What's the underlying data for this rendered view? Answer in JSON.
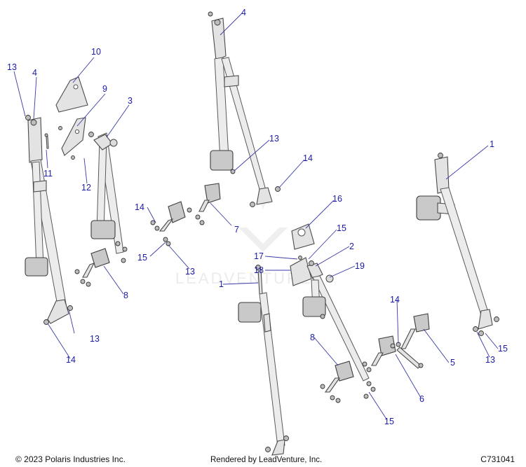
{
  "callouts": [
    {
      "id": "c-13a",
      "label": "13"
    },
    {
      "id": "c-4a",
      "label": "4"
    },
    {
      "id": "c-10",
      "label": "10"
    },
    {
      "id": "c-9",
      "label": "9"
    },
    {
      "id": "c-3",
      "label": "3"
    },
    {
      "id": "c-11",
      "label": "11"
    },
    {
      "id": "c-12",
      "label": "12"
    },
    {
      "id": "c-4b",
      "label": "4"
    },
    {
      "id": "c-13b",
      "label": "13"
    },
    {
      "id": "c-14a",
      "label": "14"
    },
    {
      "id": "c-1a",
      "label": "1"
    },
    {
      "id": "c-14b",
      "label": "14"
    },
    {
      "id": "c-7",
      "label": "7"
    },
    {
      "id": "c-15a",
      "label": "15"
    },
    {
      "id": "c-13c",
      "label": "13"
    },
    {
      "id": "c-8a",
      "label": "8"
    },
    {
      "id": "c-16",
      "label": "16"
    },
    {
      "id": "c-15b",
      "label": "15"
    },
    {
      "id": "c-17",
      "label": "17"
    },
    {
      "id": "c-2",
      "label": "2"
    },
    {
      "id": "c-18",
      "label": "18"
    },
    {
      "id": "c-19",
      "label": "19"
    },
    {
      "id": "c-1b",
      "label": "1"
    },
    {
      "id": "c-14c",
      "label": "14"
    },
    {
      "id": "c-15c",
      "label": "15"
    },
    {
      "id": "c-13d",
      "label": "13"
    },
    {
      "id": "c-13e",
      "label": "13"
    },
    {
      "id": "c-14d",
      "label": "14"
    },
    {
      "id": "c-8b",
      "label": "8"
    },
    {
      "id": "c-5",
      "label": "5"
    },
    {
      "id": "c-6",
      "label": "6"
    },
    {
      "id": "c-15d",
      "label": "15"
    }
  ],
  "watermark": "LEADVENTURE",
  "footer": {
    "copyright": "© 2023 Polaris Industries Inc.",
    "rendered_by": "Rendered by LeadVenture, Inc.",
    "figure_id": "C731041"
  }
}
